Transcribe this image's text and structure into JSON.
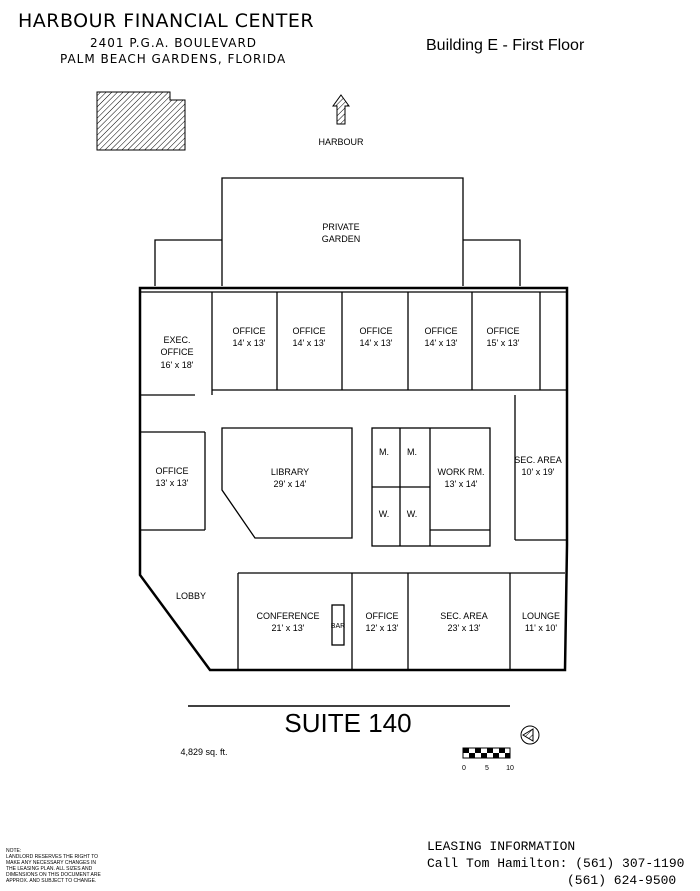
{
  "header": {
    "title": "HARBOUR FINANCIAL CENTER",
    "address_line1": "2401 P.G.A. BOULEVARD",
    "address_line2": "PALM BEACH GARDENS, FLORIDA",
    "building": "Building E - First Floor"
  },
  "site": {
    "north_label": "HARBOUR",
    "garden_line1": "PRIVATE",
    "garden_line2": "GARDEN"
  },
  "rooms": [
    {
      "name": "EXEC.",
      "name2": "OFFICE",
      "size": "16' x 18'"
    },
    {
      "name": "OFFICE",
      "size": "14' x 13'"
    },
    {
      "name": "OFFICE",
      "size": "14' x 13'"
    },
    {
      "name": "OFFICE",
      "size": "14' x 13'"
    },
    {
      "name": "OFFICE",
      "size": "14' x 13'"
    },
    {
      "name": "OFFICE",
      "size": "15' x 13'"
    },
    {
      "name": "OFFICE",
      "size": "13' x 13'"
    },
    {
      "name": "LIBRARY",
      "size": "29' x 14'"
    },
    {
      "name": "WORK RM.",
      "size": "13' x 14'"
    },
    {
      "name": "SEC. AREA",
      "size": "10' x 19'"
    },
    {
      "name": "LOBBY"
    },
    {
      "name": "CONFERENCE",
      "size": "21' x 13'"
    },
    {
      "name": "OFFICE",
      "size": "12' x 13'"
    },
    {
      "name": "SEC. AREA",
      "size": "23' x 13'"
    },
    {
      "name": "LOUNGE",
      "size": "11' x 10'"
    }
  ],
  "restrooms": {
    "m1": "M.",
    "m2": "M.",
    "w1": "W.",
    "w2": "W."
  },
  "bar": "BAR",
  "suite": "SUITE 140",
  "area": "4,829 sq. ft.",
  "scale": {
    "t0": "0",
    "t5": "5",
    "t10": "10"
  },
  "leasing": {
    "heading": "LEASING INFORMATION",
    "line1": "Call Tom Hamilton: (561) 307-1190",
    "line2": "(561) 624-9500"
  },
  "note": {
    "heading": "NOTE:",
    "lines": [
      "LANDLORD RESERVES THE RIGHT TO",
      "MAKE ANY NECESSARY CHANGES IN",
      "THE LEASING PLAN.  ALL SIZES AND",
      "DIMENSIONS ON THIS DOCUMENT ARE",
      "APPROX. AND SUBJECT TO CHANGE."
    ]
  }
}
